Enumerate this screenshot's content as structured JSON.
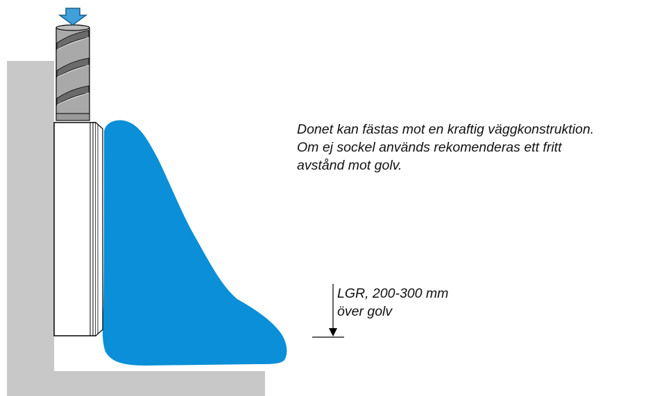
{
  "description": {
    "lines": [
      "Donet kan fästas mot en kraftig väggkonstruktion.",
      "Om ej sockel används rekomenderas ett fritt",
      "avstånd mot golv."
    ]
  },
  "height_note": {
    "lines": [
      "LGR, 200-300 mm",
      "över golv"
    ]
  },
  "colors": {
    "wall_floor": "#c8c8c8",
    "air_flow": "#0a8fd8",
    "duct": "#a9a9a9",
    "duct_stripe": "#6a6a6a",
    "arrow": "#3fa0dc",
    "outline": "#000000"
  },
  "icons": {
    "supply_arrow": "down-arrow-icon",
    "floor_marker": "down-triangle-icon"
  }
}
